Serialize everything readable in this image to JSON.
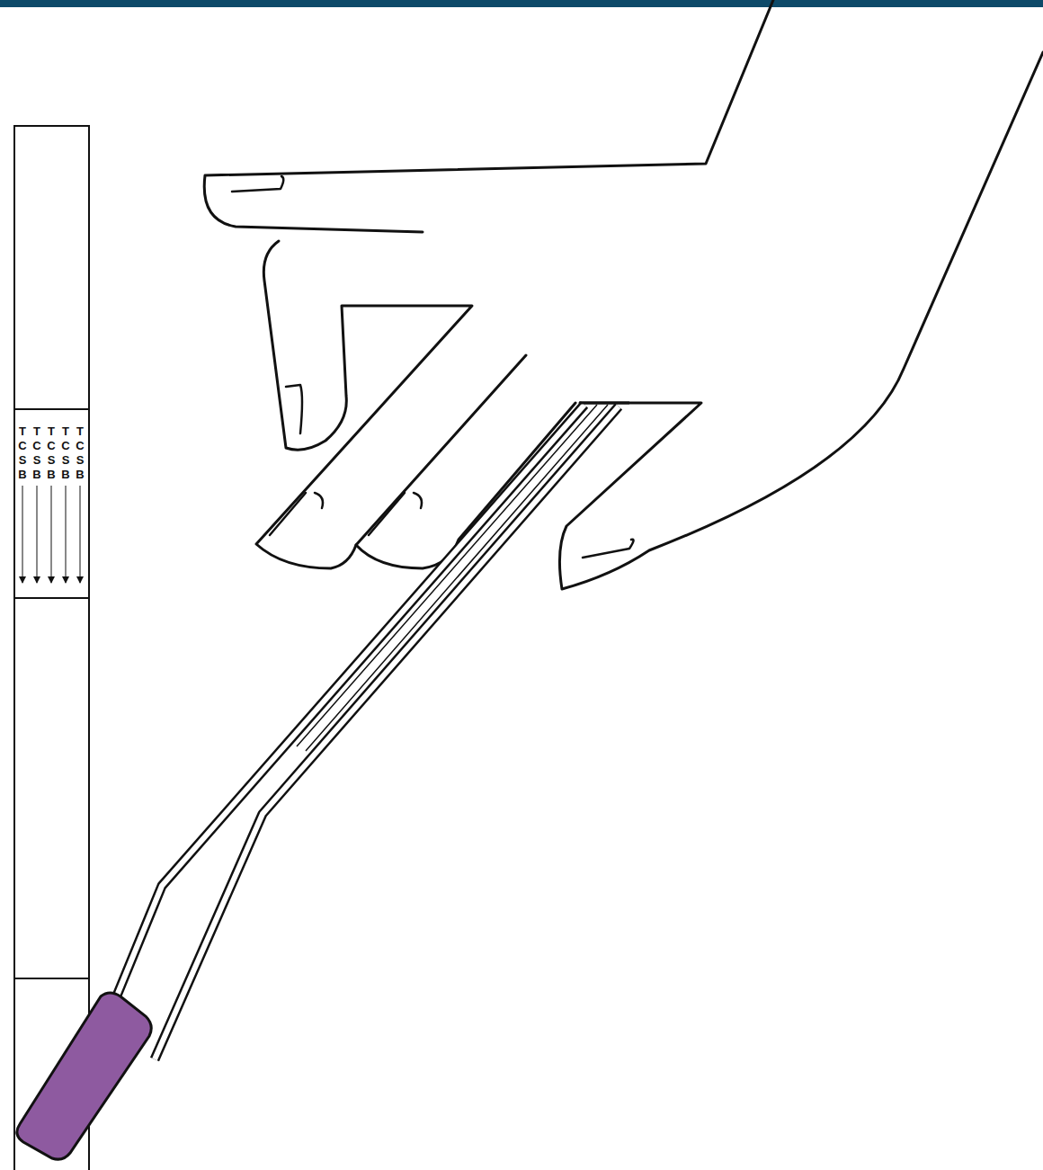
{
  "diagram": {
    "labels": [
      "T",
      "C",
      "S",
      "B",
      "T",
      "C",
      "S",
      "B",
      "T",
      "C",
      "S",
      "B",
      "T",
      "C",
      "S",
      "B",
      "T",
      "C",
      "S",
      "B"
    ]
  }
}
